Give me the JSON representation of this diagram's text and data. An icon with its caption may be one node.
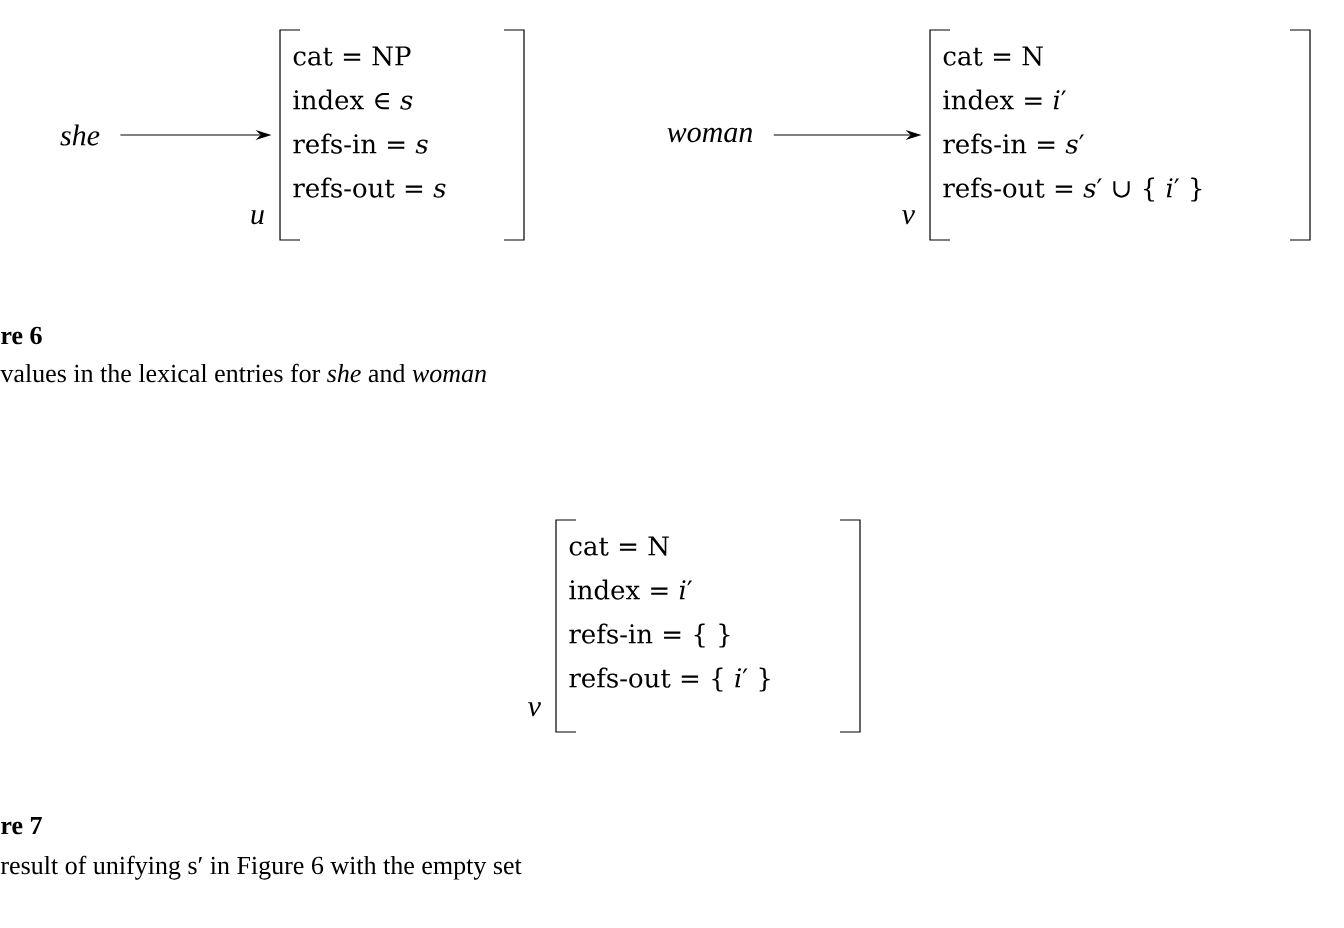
{
  "diagram": {
    "nodes": [
      {
        "text": [
          "*she*"
        ]
      },
      {
        "text": [
          "cat = NP",
          "index ∈ *s*",
          "refs-in = *s*",
          "refs-out = *s*"
        ],
        "beside": [
          "*u*"
        ]
      },
      {
        "text": [
          "*woman*"
        ]
      },
      {
        "text": [
          "cat = N",
          "index = *i*′",
          "refs-in = *s*′",
          "refs-out = *s*′ ∪ { *i*′ }"
        ],
        "beside": [
          "*v*"
        ]
      },
      {
        "text": [
          "cat = N",
          "index = *i*′",
          "refs-in = { }",
          "refs-out = { *i*′ }"
        ],
        "beside": [
          "*v*"
        ]
      }
    ],
    "edges": [
      {
        "from": 0,
        "to": 1,
        "arrow": "to"
      },
      {
        "from": 2,
        "to": 3,
        "arrow": "to"
      }
    ],
    "labels": [
      "re 6",
      "values in the lexical entries for *she* and *woman*",
      "re 7",
      "result of unifying s′ in Figure 6 with the empty set"
    ]
  }
}
